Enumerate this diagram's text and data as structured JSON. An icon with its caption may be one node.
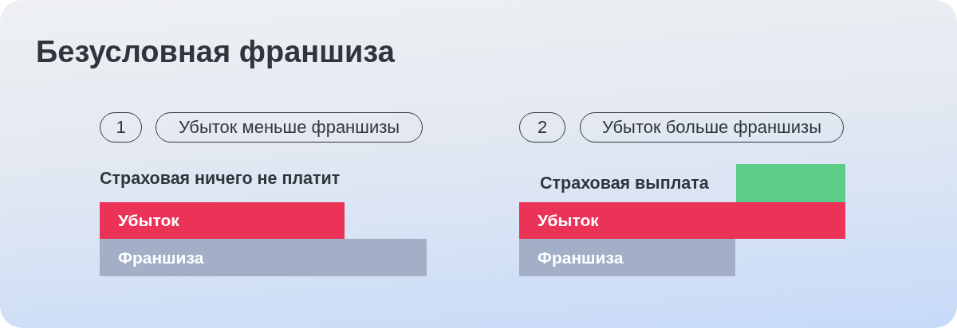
{
  "diagram": {
    "title": "Безусловная франшиза",
    "nodes": [
      {
        "text": [
          "1"
        ]
      },
      {
        "text": [
          "Убыток меньше франшизы"
        ]
      },
      {
        "text": [
          "Убыток"
        ]
      },
      {
        "text": [
          "Франшиза"
        ]
      },
      {
        "text": [
          "2"
        ]
      },
      {
        "text": [
          "Убыток больше франшизы"
        ]
      },
      {
        "text": [],
        "shape": "bar"
      },
      {
        "text": [
          "Убыток"
        ]
      },
      {
        "text": [
          "Франшиза"
        ]
      }
    ],
    "labels": [
      "Страховая ничего не платит",
      "Страховая выплата"
    ]
  }
}
